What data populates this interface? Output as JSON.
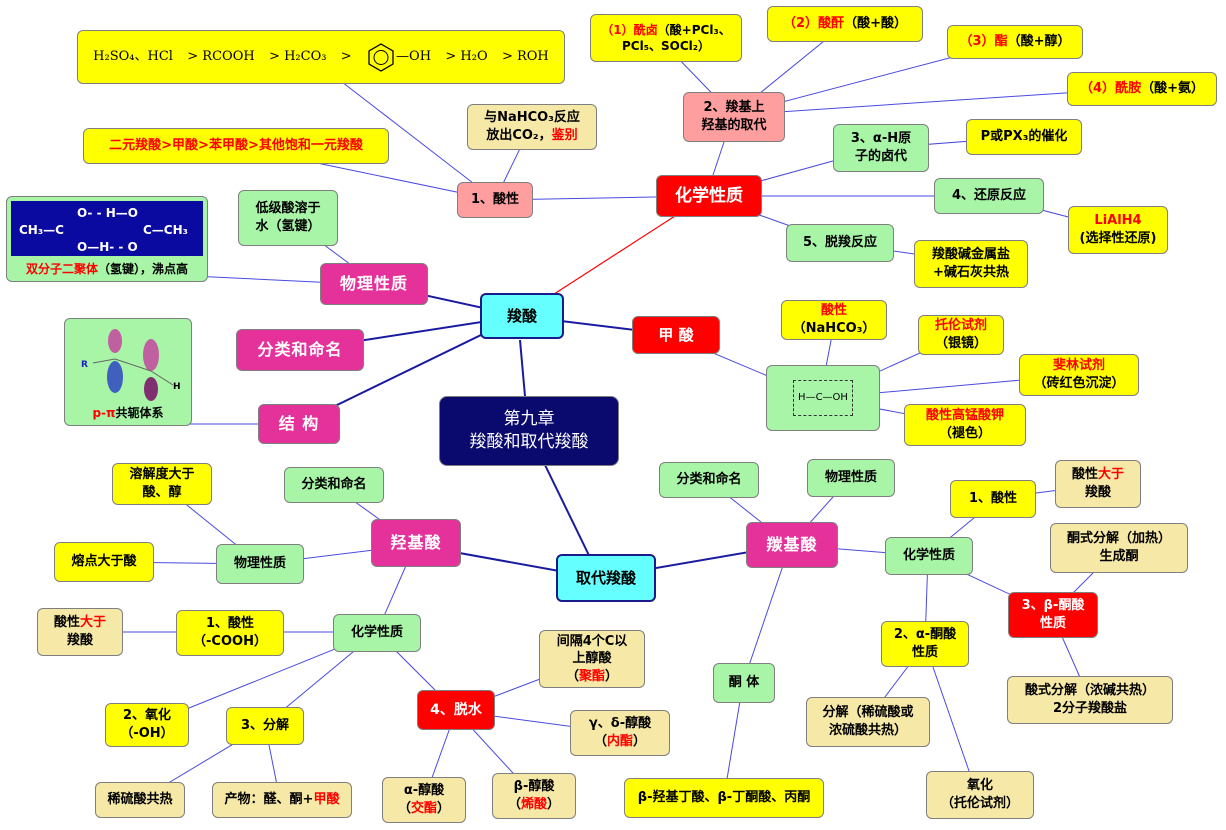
{
  "center": {
    "line1": "第九章",
    "line2": "羧酸和取代羧酸"
  },
  "main": {
    "carboxylic": "羧酸",
    "substituted": "取代羧酸"
  },
  "carboxylic_branch": {
    "chemical": "化学性质",
    "physical": "物理性质",
    "naming": "分类和命名",
    "structure": "结  构",
    "formic": "甲   酸"
  },
  "acidity": {
    "label": "1、酸性",
    "order_parts": [
      "H₂SO₄、HCl",
      "> RCOOH",
      "> H₂CO₃",
      ">",
      "—OH",
      "> H₂O",
      "> ROH"
    ],
    "binary": "二元羧酸>甲酸>苯甲酸>其他饱和一元羧酸",
    "nahco3_line1": "与NaHCO₃反应",
    "nahco3_line2": "放出CO₂，",
    "nahco3_red": "鉴别"
  },
  "hydroxyl_substitution": {
    "label_line1": "2、羧基上",
    "label_line2": "羟基的取代",
    "items": [
      {
        "num": "（1）",
        "red": "酰卤",
        "rest": "（酸+PCl₃、",
        "line2": "PCl₅、SOCl₂）"
      },
      {
        "num": "（2）",
        "red": "酸酐",
        "rest": "（酸+酸）"
      },
      {
        "num": "（3）",
        "red": "酯",
        "rest": "（酸+醇）"
      },
      {
        "num": "（4）",
        "red": "酰胺",
        "rest": "（酸+氨）"
      }
    ]
  },
  "alpha_h": {
    "line1": "3、α-H原",
    "line2": "子的卤代",
    "note": "P或PX₃的催化"
  },
  "reduction": {
    "label": "4、还原反应",
    "note_red": "LiAlH4",
    "note": "(选择性还原)"
  },
  "decarboxylation": {
    "label": "5、脱羧反应",
    "line1": "羧酸碱金属盐",
    "line2": "+碱石灰共热"
  },
  "physical": {
    "solubility_line1": "低级酸溶于",
    "solubility_line2": "水（氢键）",
    "dimer_red": "双分子二聚体",
    "dimer_rest": "（氢键），沸点高",
    "dimer_formula_left": "CH₃—C",
    "dimer_formula_right": "C—CH₃",
    "dimer_top": "O- - H—O",
    "dimer_bottom": "O—H- - O"
  },
  "structure_detail": {
    "label": "p-π共轭体系",
    "r": "R",
    "h": "H"
  },
  "formic_detail": {
    "acidity_red": "酸性",
    "acidity": "（NaHCO₃）",
    "tollens_red": "托伦试剂",
    "tollens": "（银镜）",
    "fehling_red": "斐林试剂",
    "fehling": "（砖红色沉淀）",
    "kmno4_red": "酸性高锰酸钾",
    "kmno4": "（褪色）",
    "formula": "H—C—OH"
  },
  "hydroxy_acid": {
    "label": "羟基酸",
    "naming": "分类和命名",
    "physical": "物理性质",
    "solubility_line1": "溶解度大于",
    "solubility_line2": "酸、醇",
    "melting": "熔点大于酸",
    "chemical": "化学性质",
    "acidity_line1": "1、酸性",
    "acidity_line2": "（-COOH）",
    "acidity_cmp_pre": "酸性",
    "acidity_cmp_red": "大于",
    "acidity_cmp_post": "羧酸",
    "oxidation_line1": "2、氧化",
    "oxidation_line2": "（-OH）",
    "decomposition": "3、分解",
    "dilute_acid": "稀硫酸共热",
    "products_pre": "产物：醛、酮+",
    "products_red": "甲酸",
    "dehydration": "4、脱水",
    "alpha_line1": "α-醇酸",
    "alpha_red": "交酯",
    "beta_line1": "β-醇酸",
    "beta_red": "烯酸",
    "gd_line1": "γ、δ-醇酸",
    "gd_red": "内酯",
    "far_line1": "间隔4个C以",
    "far_line2": "上醇酸",
    "far_red": "聚酯"
  },
  "carbonyl_acid": {
    "label": "羰基酸",
    "naming": "分类和命名",
    "physical": "物理性质",
    "chemical": "化学性质",
    "acidity": "1、酸性",
    "acidity_cmp_pre": "酸性",
    "acidity_cmp_red": "大于",
    "acidity_cmp_post": "羧酸",
    "alpha_line1": "2、α-酮酸",
    "alpha_line2": "性质",
    "alpha_decomp_line1": "分解（稀硫酸或",
    "alpha_decomp_line2": "浓硫酸共热）",
    "alpha_ox_line1": "氧化",
    "alpha_ox_line2": "（托伦试剂）",
    "beta_line1": "3、β-酮酸",
    "beta_line2": "性质",
    "ketone_split_line1": "酮式分解（加热）",
    "ketone_split_line2": "生成酮",
    "acid_split_line1": "酸式分解（浓碱共热）",
    "acid_split_line2": "2分子羧酸盐",
    "ketone_body": "酮  体",
    "ketone_body_items": "β-羟基丁酸、β-丁酮酸、丙酮"
  },
  "colors": {
    "navy": "#0a0a6e",
    "magenta": "#e5329b",
    "red": "#ff0000",
    "cyan": "#66ffff",
    "green": "#a8f5a8",
    "yellow": "#ffff00",
    "line": "#1a1aa0"
  }
}
